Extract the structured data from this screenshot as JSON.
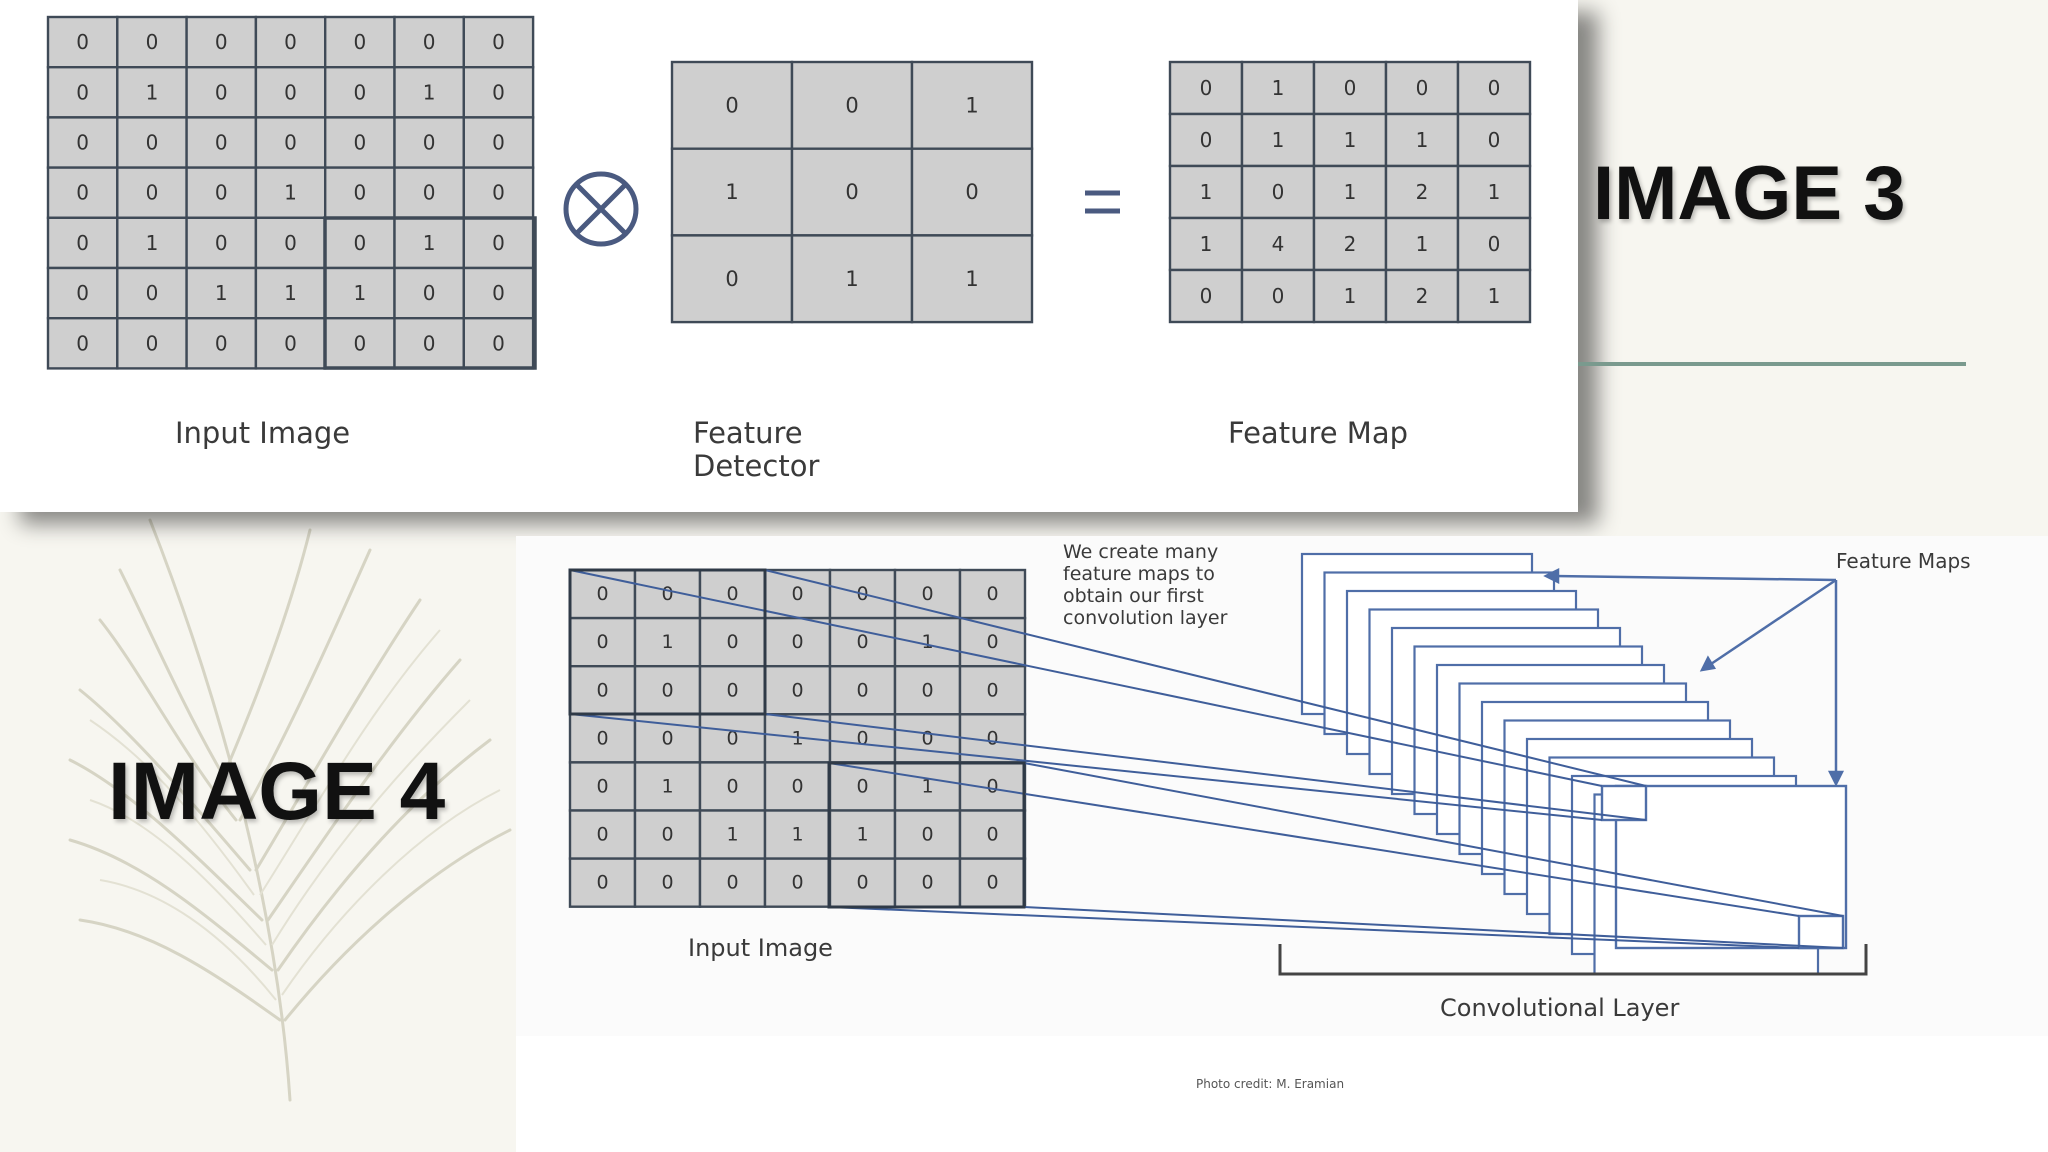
{
  "slide": {
    "title_image3": "IMAGE 3",
    "title_image4": "IMAGE 4"
  },
  "image3": {
    "input_matrix": [
      [
        0,
        0,
        0,
        0,
        0,
        0,
        0
      ],
      [
        0,
        1,
        0,
        0,
        0,
        1,
        0
      ],
      [
        0,
        0,
        0,
        0,
        0,
        0,
        0
      ],
      [
        0,
        0,
        0,
        1,
        0,
        0,
        0
      ],
      [
        0,
        1,
        0,
        0,
        0,
        1,
        0
      ],
      [
        0,
        0,
        1,
        1,
        1,
        0,
        0
      ],
      [
        0,
        0,
        0,
        0,
        0,
        0,
        0
      ]
    ],
    "detector_matrix": [
      [
        0,
        0,
        1
      ],
      [
        1,
        0,
        0
      ],
      [
        0,
        1,
        1
      ]
    ],
    "feature_map_matrix": [
      [
        0,
        1,
        0,
        0,
        0
      ],
      [
        0,
        1,
        1,
        1,
        0
      ],
      [
        1,
        0,
        1,
        2,
        1
      ],
      [
        1,
        4,
        2,
        1,
        0
      ],
      [
        0,
        0,
        1,
        2,
        1
      ]
    ],
    "operator_symbol": "⊗",
    "equals_symbol": "=",
    "label_input": "Input Image",
    "label_detector_line1": "Feature",
    "label_detector_line2": "Detector",
    "label_feature_map": "Feature Map"
  },
  "image4": {
    "input_matrix": [
      [
        0,
        0,
        0,
        0,
        0,
        0,
        0
      ],
      [
        0,
        1,
        0,
        0,
        0,
        1,
        0
      ],
      [
        0,
        0,
        0,
        0,
        0,
        0,
        0
      ],
      [
        0,
        0,
        0,
        1,
        0,
        0,
        0
      ],
      [
        0,
        1,
        0,
        0,
        0,
        1,
        0
      ],
      [
        0,
        0,
        1,
        1,
        1,
        0,
        0
      ],
      [
        0,
        0,
        0,
        0,
        0,
        0,
        0
      ]
    ],
    "note_lines": [
      "We create many",
      "feature maps to",
      "obtain our first",
      "convolution layer"
    ],
    "label_feature_maps": "Feature Maps",
    "label_input": "Input Image",
    "label_conv_layer": "Convolutional Layer",
    "credit": "Photo credit: M. Eramian"
  }
}
